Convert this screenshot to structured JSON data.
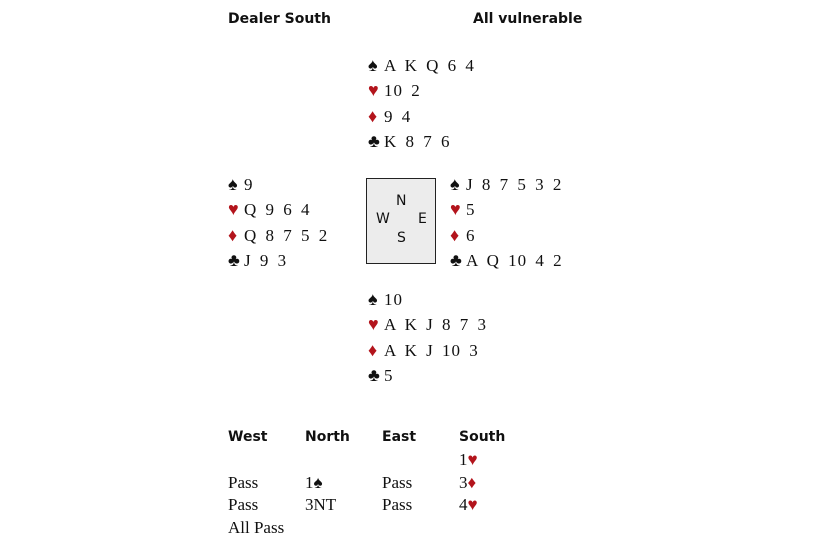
{
  "header": {
    "dealer": "Dealer South",
    "vulnerability": "All vulnerable"
  },
  "colors": {
    "red_suit": "#b3141c",
    "black_suit": "#111111"
  },
  "hands": {
    "north": [
      {
        "suit": "♠",
        "cards": "A K Q 6 4"
      },
      {
        "suit": "♥",
        "cards": "10 2"
      },
      {
        "suit": "♦",
        "cards": "9 4"
      },
      {
        "suit": "♣",
        "cards": "K 8 7 6"
      }
    ],
    "west": [
      {
        "suit": "♠",
        "cards": "9"
      },
      {
        "suit": "♥",
        "cards": "Q 9 6 4"
      },
      {
        "suit": "♦",
        "cards": "Q 8 7 5 2"
      },
      {
        "suit": "♣",
        "cards": "J 9 3"
      }
    ],
    "east": [
      {
        "suit": "♠",
        "cards": "J 8 7 5 3 2"
      },
      {
        "suit": "♥",
        "cards": "5"
      },
      {
        "suit": "♦",
        "cards": "6"
      },
      {
        "suit": "♣",
        "cards": "A Q 10 4 2"
      }
    ],
    "south": [
      {
        "suit": "♠",
        "cards": "10"
      },
      {
        "suit": "♥",
        "cards": "A K J 8 7 3"
      },
      {
        "suit": "♦",
        "cards": "A K J 10 3"
      },
      {
        "suit": "♣",
        "cards": "5"
      }
    ]
  },
  "compass": {
    "n": "N",
    "s": "S",
    "e": "E",
    "w": "W"
  },
  "auction": {
    "headers": [
      "West",
      "North",
      "East",
      "South"
    ],
    "rows": [
      [
        {
          "t": "",
          "s": ""
        },
        {
          "t": "",
          "s": ""
        },
        {
          "t": "",
          "s": ""
        },
        {
          "t": "1",
          "s": "♥"
        }
      ],
      [
        {
          "t": "Pass",
          "s": ""
        },
        {
          "t": "1",
          "s": "♠"
        },
        {
          "t": "Pass",
          "s": ""
        },
        {
          "t": "3",
          "s": "♦"
        }
      ],
      [
        {
          "t": "Pass",
          "s": ""
        },
        {
          "t": "3NT",
          "s": ""
        },
        {
          "t": "Pass",
          "s": ""
        },
        {
          "t": "4",
          "s": "♥"
        }
      ],
      [
        {
          "t": "All Pass",
          "s": ""
        },
        {
          "t": "",
          "s": ""
        },
        {
          "t": "",
          "s": ""
        },
        {
          "t": "",
          "s": ""
        }
      ]
    ]
  }
}
